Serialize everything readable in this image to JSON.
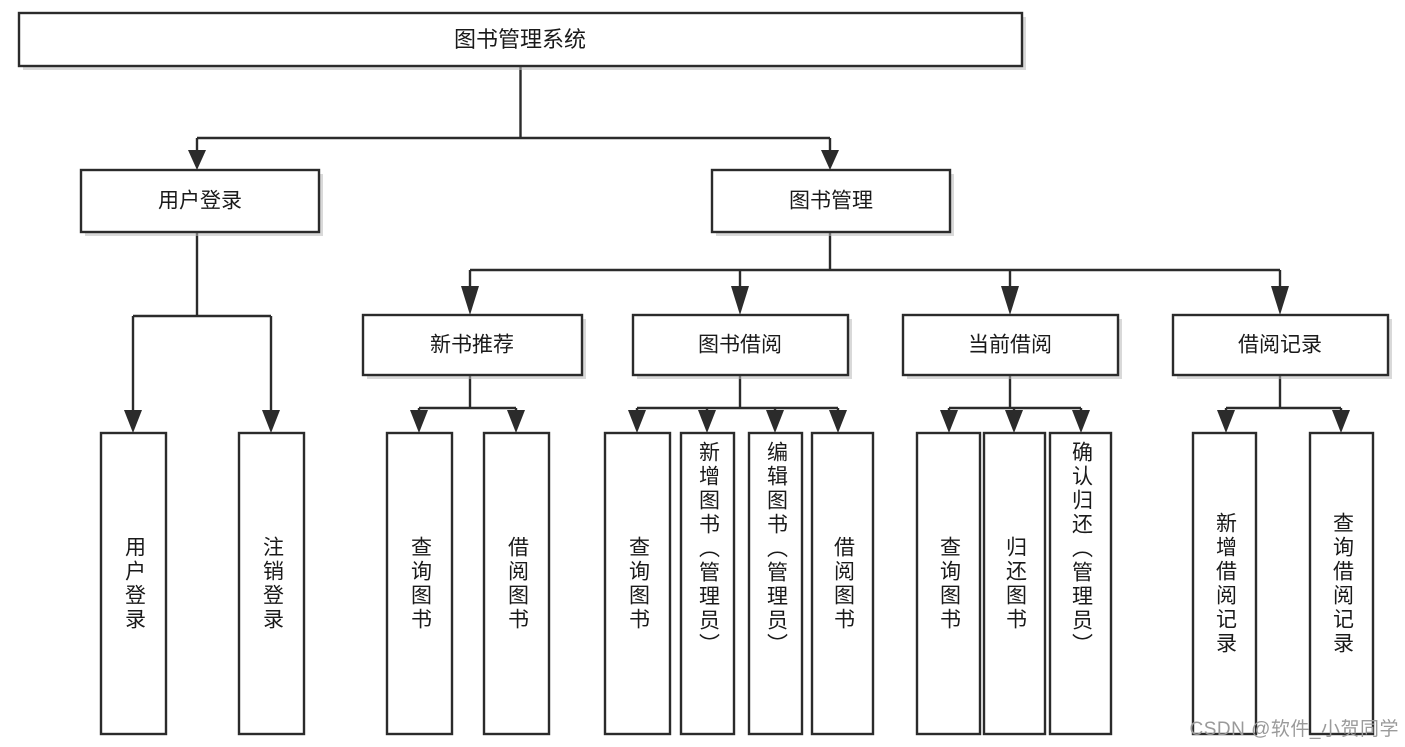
{
  "diagram": {
    "type": "tree",
    "title": "图书管理系统",
    "orientation": "top-down",
    "colors": {
      "box_stroke": "#2b2b2b",
      "box_fill": "#ffffff",
      "connector": "#2b2b2b",
      "text": "#1a1a1a",
      "watermark": "#9a9a9a",
      "background": "#ffffff"
    },
    "root": {
      "label": "图书管理系统",
      "name": "node-root-library-system"
    },
    "level2": [
      {
        "label": "用户登录",
        "name": "node-user-login"
      },
      {
        "label": "图书管理",
        "name": "node-book-management"
      }
    ],
    "level3": [
      {
        "label": "新书推荐",
        "name": "node-new-book-recommend"
      },
      {
        "label": "图书借阅",
        "name": "node-book-borrow"
      },
      {
        "label": "当前借阅",
        "name": "node-current-borrow"
      },
      {
        "label": "借阅记录",
        "name": "node-borrow-record"
      }
    ],
    "leaves": {
      "user_login": [
        {
          "label": "用户登录",
          "name": "leaf-user-login"
        },
        {
          "label": "注销登录",
          "name": "leaf-logout"
        }
      ],
      "new_book_recommend": [
        {
          "label": "查询图书",
          "name": "leaf-query-book-1"
        },
        {
          "label": "借阅图书",
          "name": "leaf-borrow-book-1"
        }
      ],
      "book_borrow": [
        {
          "label": "查询图书",
          "name": "leaf-query-book-2"
        },
        {
          "label": "新增图书（管理员）",
          "name": "leaf-add-book-admin"
        },
        {
          "label": "编辑图书（管理员）",
          "name": "leaf-edit-book-admin"
        },
        {
          "label": "借阅图书",
          "name": "leaf-borrow-book-2"
        }
      ],
      "current_borrow": [
        {
          "label": "查询图书",
          "name": "leaf-query-book-3"
        },
        {
          "label": "归还图书",
          "name": "leaf-return-book"
        },
        {
          "label": "确认归还（管理员）",
          "name": "leaf-confirm-return-admin"
        }
      ],
      "borrow_record": [
        {
          "label": "新增借阅记录",
          "name": "leaf-add-borrow-record"
        },
        {
          "label": "查询借阅记录",
          "name": "leaf-query-borrow-record"
        }
      ]
    }
  },
  "watermark": {
    "text": "CSDN @软件_小贺同学"
  }
}
